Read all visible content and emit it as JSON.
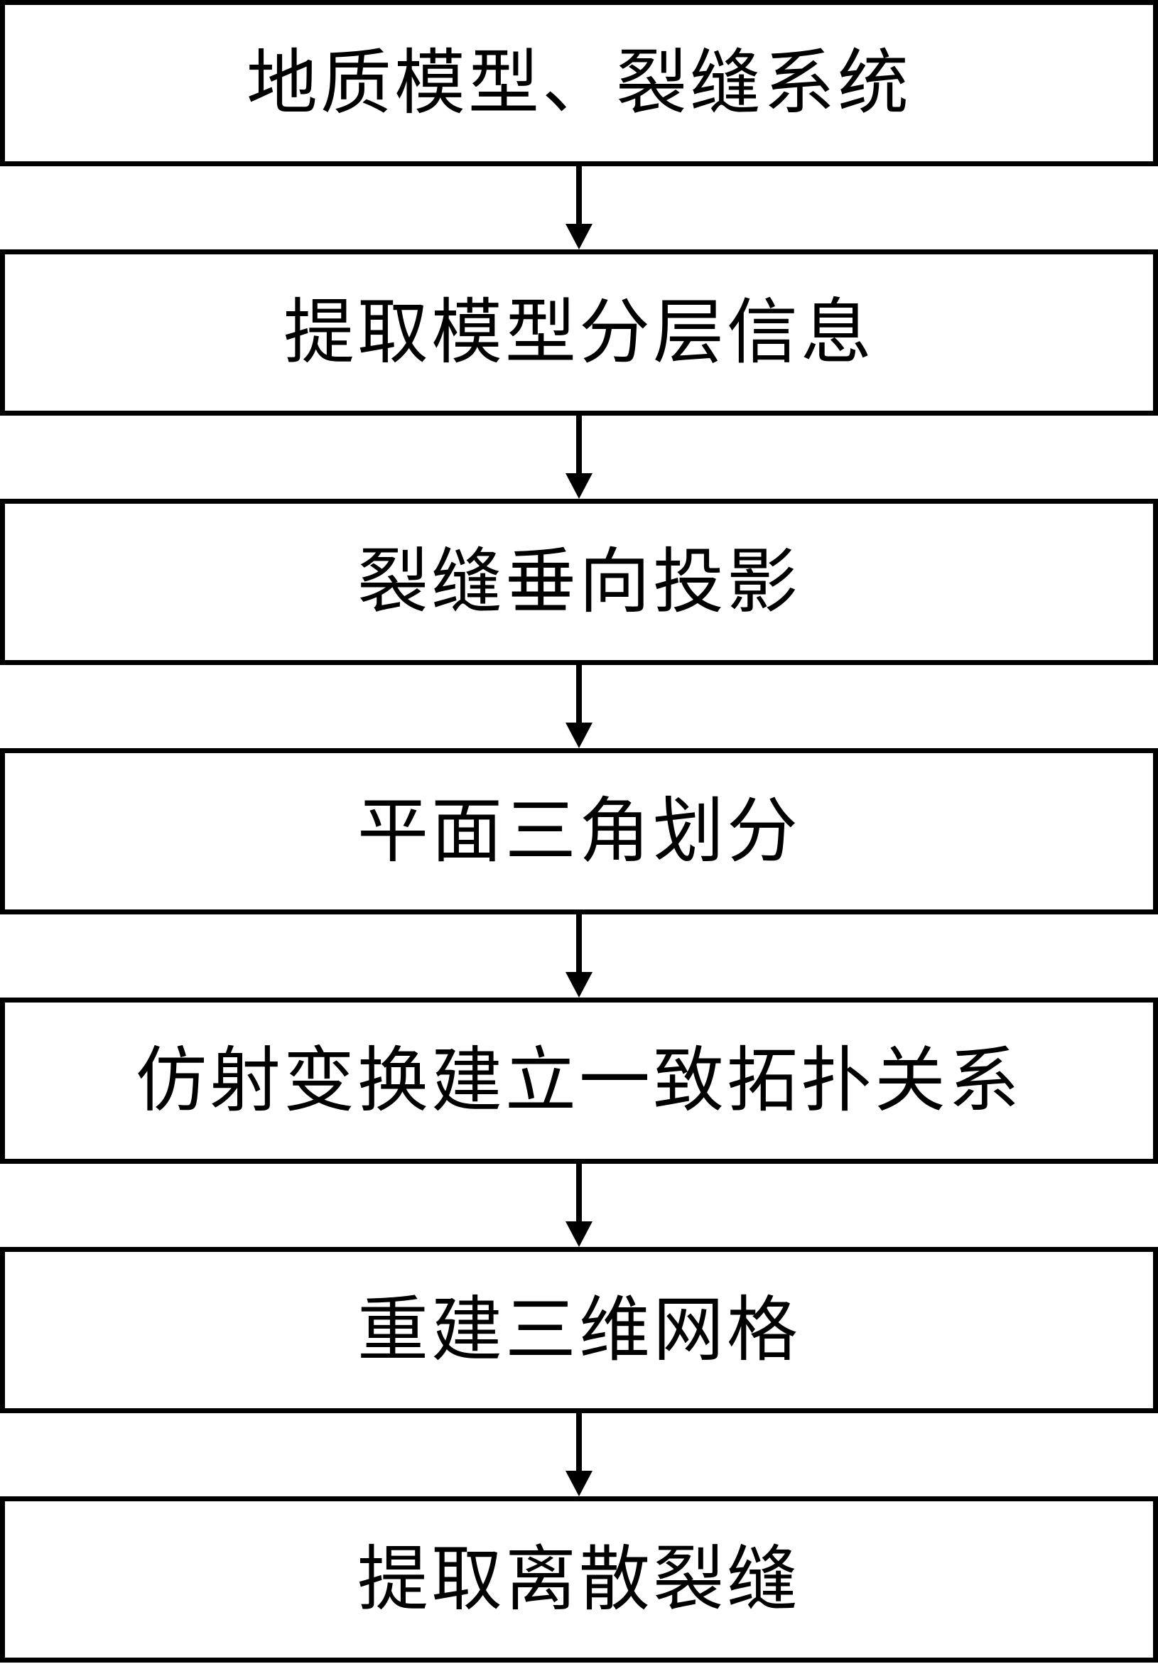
{
  "diagram": {
    "title": "fracture-modeling-flowchart",
    "steps": [
      "地质模型、裂缝系统",
      "提取模型分层信息",
      "裂缝垂向投影",
      "平面三角划分",
      "仿射变换建立一致拓扑关系",
      "重建三维网格",
      "提取离散裂缝"
    ]
  },
  "colors": {
    "border": "#000000",
    "background": "#ffffff",
    "text": "#000000"
  }
}
